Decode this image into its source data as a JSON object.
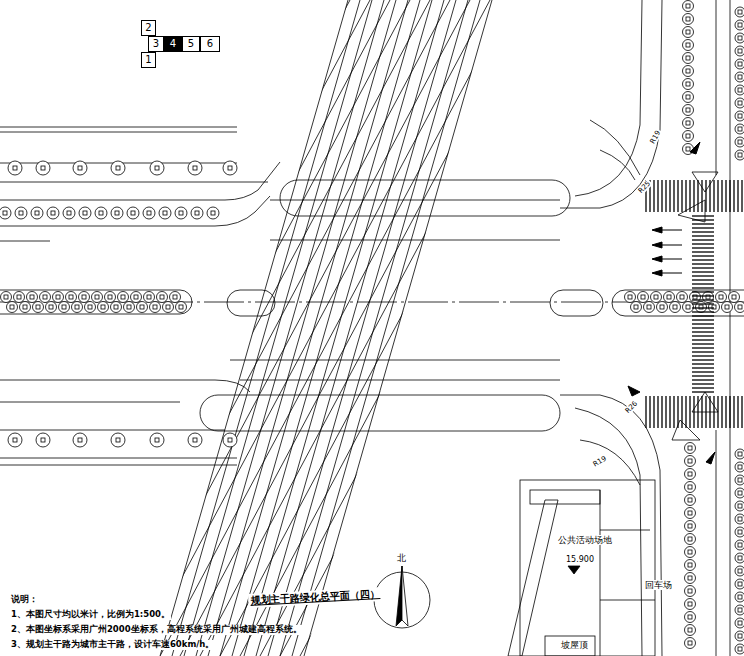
{
  "diagram": {
    "title": "规划主干路绿化总平面（四）",
    "nodes": [
      {
        "text": [
          "2"
        ]
      },
      {
        "text": [
          "3"
        ]
      },
      {
        "text": [
          "4"
        ]
      },
      {
        "text": [
          "5"
        ]
      },
      {
        "text": [
          "6"
        ]
      },
      {
        "text": [
          "1"
        ]
      }
    ],
    "labels": [
      "R19",
      "R25",
      "R26",
      "R19",
      "北",
      "说明：",
      "1、本图尺寸均以米计，比例为1:500。",
      "2、本图坐标系采用广州2000坐标系，高程系统采用广州城建高程系统。",
      "3、规划主干路为城市主干路，设计车速60km/h。",
      "公共活动场地",
      "15.900",
      "回车场",
      "坡屋顶"
    ]
  }
}
